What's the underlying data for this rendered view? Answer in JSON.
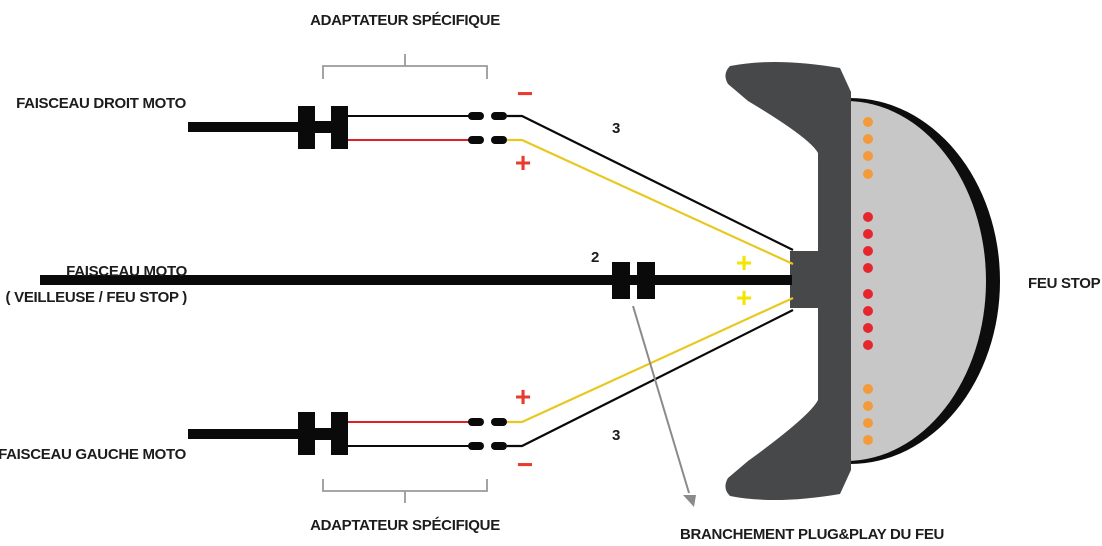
{
  "labels": {
    "adapter_top": "ADAPTATEUR SPÉCIFIQUE",
    "adapter_bottom": "ADAPTATEUR SPÉCIFIQUE",
    "harness_right": "FAISCEAU DROIT MOTO",
    "harness_center_line1": "FAISCEAU MOTO",
    "harness_center_line2": "( VEILLEUSE / FEU STOP )",
    "harness_left": "FAISCEAU GAUCHE MOTO",
    "stop_light": "FEU STOP",
    "plug_play": "BRANCHEMENT PLUG&PLAY DU FEU"
  },
  "wire_counts": {
    "top": "3",
    "center": "2",
    "bottom": "3"
  },
  "polarity": {
    "top_minus": "−",
    "top_plus": "+",
    "center_plus_1": "+",
    "center_plus_2": "+",
    "bottom_plus": "+",
    "bottom_minus": "−"
  },
  "colors": {
    "cable": "#0a0a0a",
    "wire_red": "#e02020",
    "wire_yellow": "#e8c820",
    "plus_red": "#e63b2e",
    "plus_yellow": "#f2e600",
    "lamp_body": "#474849",
    "lamp_lens": "#c7c7c7",
    "led_orange": "#f39a3b",
    "led_red": "#e5272d",
    "bracket": "#9a9a9a"
  }
}
